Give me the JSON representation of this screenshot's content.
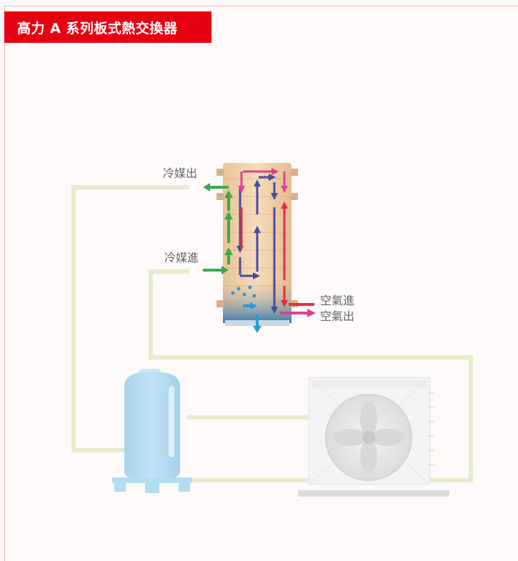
{
  "header": {
    "title": "高力 A 系列板式熱交換器"
  },
  "labels": {
    "refrigerant_out": "冷媒出",
    "refrigerant_in": "冷媒進",
    "air_in": "空氣進",
    "air_out": "空氣出"
  },
  "colors": {
    "banner": "#e60012",
    "refrigerant_arrow": "#3aaa4a",
    "air_in_arrow": "#e03040",
    "air_out_arrow": "#e04090",
    "internal_flow_arrow": "#4a4aa0",
    "water_drain_arrow": "#2a9ad8",
    "pipe": "#e6eccc"
  },
  "components": {
    "heat_exchanger": "plate-heat-exchanger",
    "tank": "receiver-tank",
    "outdoor_unit": "condensing-unit-fan"
  }
}
